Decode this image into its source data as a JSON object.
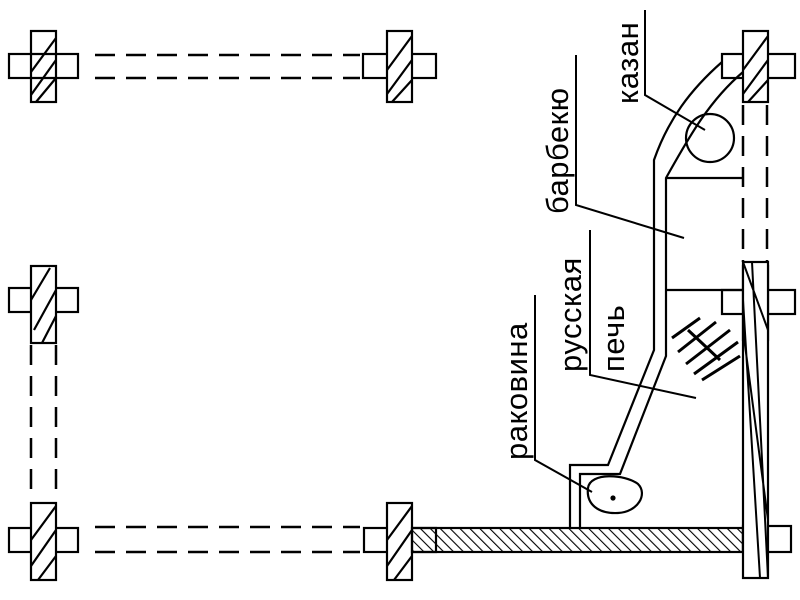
{
  "diagram": {
    "labels": {
      "kazan": "казан",
      "barbecue": "барбекю",
      "russian_stove_line1": "русская",
      "russian_stove_line2": "печь",
      "sink": "раковина"
    },
    "colors": {
      "ink": "#000000",
      "background": "#ffffff"
    }
  }
}
